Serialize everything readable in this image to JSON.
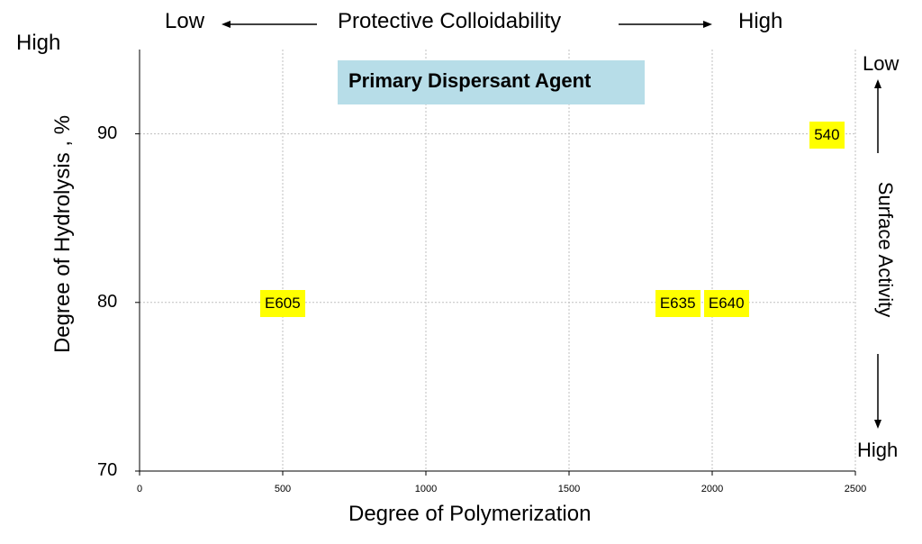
{
  "chart_data": {
    "type": "scatter",
    "title": "",
    "xlabel": "Degree of Polymerization",
    "ylabel": "Degree of Hydrolysis , %",
    "xlim": [
      0,
      2500
    ],
    "ylim": [
      70,
      95
    ],
    "x_ticks": [
      0,
      500,
      1000,
      1500,
      2000,
      2500
    ],
    "y_ticks": [
      70,
      80,
      90
    ],
    "grid": true,
    "points": [
      {
        "label": "540",
        "x": 2400,
        "y": 90
      },
      {
        "label": "E605",
        "x": 500,
        "y": 80
      },
      {
        "label": "E635",
        "x": 1880,
        "y": 80
      },
      {
        "label": "E640",
        "x": 2050,
        "y": 80
      }
    ],
    "banner": "Primary Dispersant  Agent",
    "top_axis": {
      "left": "Low",
      "title": "Protective Colloidability",
      "right": "High"
    },
    "right_axis": {
      "top": "Low",
      "title": "Surface Activity",
      "bottom": "High"
    },
    "top_left_label": "High",
    "highlight_color": "#ffff00",
    "banner_color": "#b7dde8",
    "grid_color": "#bfbfbf"
  }
}
